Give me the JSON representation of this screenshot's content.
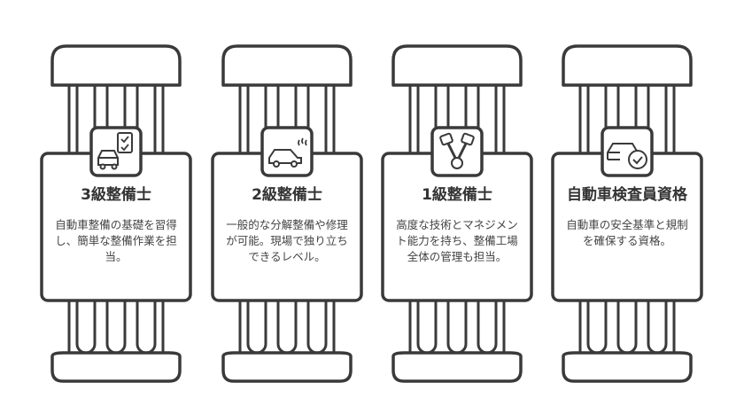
{
  "pillars": [
    {
      "icon": "car-checklist-icon",
      "title": "3級整備士",
      "description": "自動車整備の基礎を習得し、簡単な整備作業を担当。"
    },
    {
      "icon": "car-smoke-icon",
      "title": "2級整備士",
      "description": "一般的な分解整備や修理が可能。現場で独り立ちできるレベル。"
    },
    {
      "icon": "pistons-icon",
      "title": "1級整備士",
      "description": "高度な技術とマネジメント能力を持ち、整備工場全体の管理も担当。"
    },
    {
      "icon": "car-check-icon",
      "title": "自動車検査員資格",
      "description": "自動車の安全基準と規制を確保する資格。"
    }
  ],
  "colors": {
    "stroke": "#3a3a3a",
    "fill": "#ffffff"
  }
}
